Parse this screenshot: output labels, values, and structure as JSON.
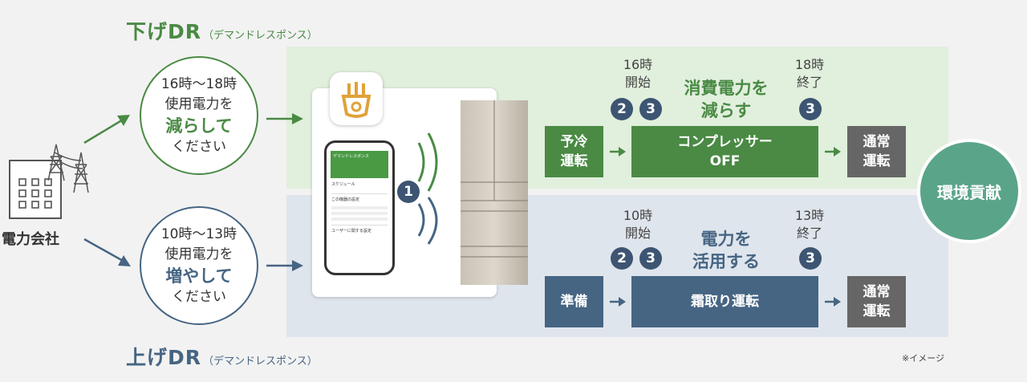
{
  "top": {
    "title": "下げDR",
    "subtitle": "（デマンドレスポンス）",
    "circle": {
      "line1": "16時〜18時",
      "line2": "使用電力を",
      "emphasis": "減らして",
      "line4": "ください"
    },
    "step1": "予冷\n運転",
    "start_label": "16時\n開始",
    "main_label": "消費電力を\n減らす",
    "end_label": "18時\n終了",
    "step2": "コンプレッサー\nOFF",
    "step3": "通常\n運転",
    "badges": [
      "2",
      "3",
      "3"
    ]
  },
  "bottom": {
    "title": "上げDR",
    "subtitle": "（デマンドレスポンス）",
    "circle": {
      "line1": "10時〜13時",
      "line2": "使用電力を",
      "emphasis": "増やして",
      "line4": "ください"
    },
    "step1": "準備",
    "start_label": "10時\n開始",
    "main_label": "電力を\n活用する",
    "end_label": "13時\n終了",
    "step2": "霜取り運転",
    "step3": "通常\n運転",
    "badges": [
      "2",
      "3",
      "3"
    ]
  },
  "company_label": "電力会社",
  "env_label": "環境貢献",
  "signal_badge": "1",
  "note": "※イメージ",
  "phone": {
    "header": "デマンドレスポンス",
    "rows": [
      "スケジュール",
      "この機器の設定",
      "ユーザーに関する設定"
    ]
  },
  "colors": {
    "green": "#4a8a44",
    "blue": "#466583",
    "env": "#5aa58a",
    "gray": "#666666"
  }
}
